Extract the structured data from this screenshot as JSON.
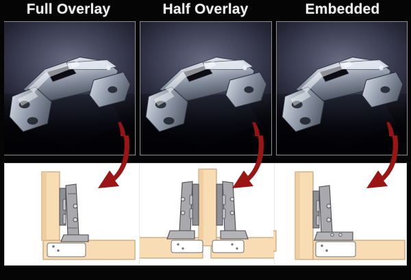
{
  "page": {
    "background_color": "#050505",
    "panel_background": "#ffffff",
    "title_color": "#f2f2f2"
  },
  "columns": [
    {
      "id": "full-overlay",
      "title": "Full Overlay",
      "photo_alt": "Chrome full overlay concealed cabinet hinge on dark gradient background",
      "diagram_alt": "Cross-section: door panel mounted over the face of the cabinet side",
      "arrow": "curved-red-arrow-down-left"
    },
    {
      "id": "half-overlay",
      "title": "Half Overlay",
      "photo_alt": "Chrome half overlay concealed cabinet hinge on dark gradient background",
      "diagram_alt": "Cross-section: two doors sharing a central partition, each hinge covering half",
      "arrow": "curved-red-arrow-down-left"
    },
    {
      "id": "embedded",
      "title": "Embedded",
      "photo_alt": "Chrome embedded inset concealed cabinet hinge on dark gradient background",
      "diagram_alt": "Cross-section: door set inside the cabinet opening, flush with the frame",
      "arrow": "curved-red-arrow-down-left"
    }
  ],
  "colors": {
    "wood": "#f7dcb4",
    "wood_edge": "#c9a173",
    "wood_shade": "#e9c795",
    "hinge_gray": "#a9a9ad",
    "hinge_dark": "#6f6f74",
    "hinge_line": "#4a4a50",
    "arrow_red": "#9b1515",
    "arrow_red_dark": "#7a0f0f",
    "photo_border": "#8e8e95",
    "chrome_light": "#e8ecf2",
    "chrome_mid": "#aab2bd",
    "chrome_dark": "#5c6370"
  }
}
